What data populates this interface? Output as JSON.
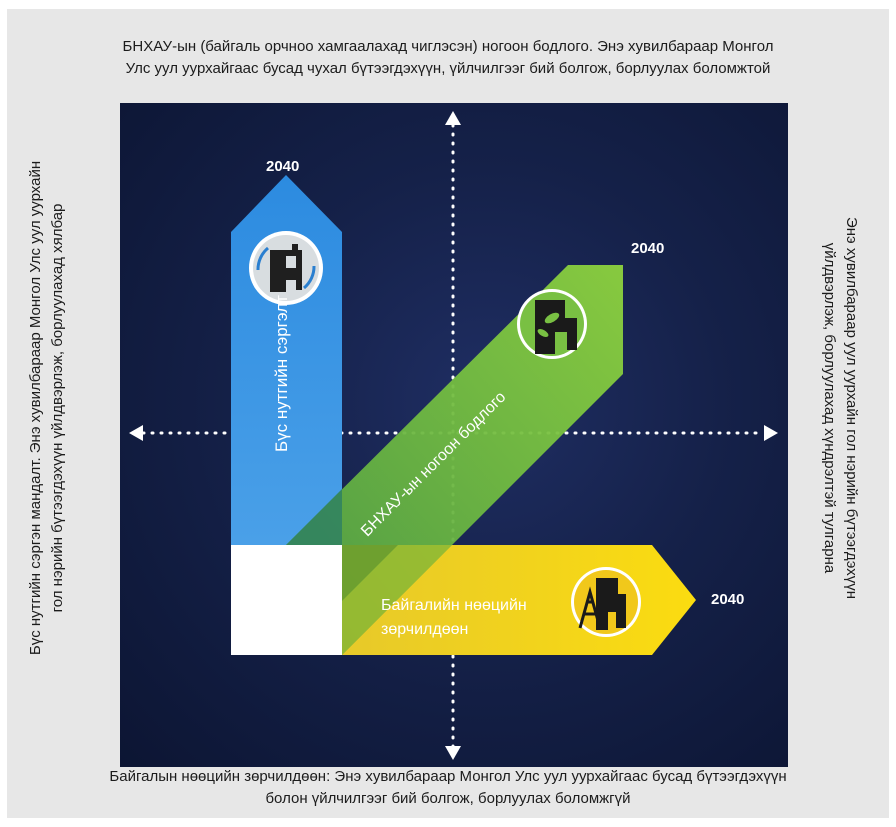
{
  "captions": {
    "top": [
      "БНХАУ-ын (байгаль орчноо хамгаалахад чиглэсэн) ногоон бодлого. Энэ хувилбараар Монгол",
      "Улс уул уурхайгаас бусад чухал бүтээгдэхүүн, үйлчилгээг бий болгож, борлуулах боломжтой"
    ],
    "bottom": [
      "Байгалын нөөцийн зөрчилдөөн: Энэ хувилбараар Монгол Улс уул уурхайгаас бусад бүтээгдэхүүн",
      "болон үйлчилгээг бий болгож, борлуулах боломжгүй"
    ],
    "left": [
      "Бүс нутгийн сэргэн мандалт. Энэ хувилбараар Монгол Улс уул уурхайн",
      "гол нэрийн бүтээгдэхүүн үйлдвэрлэж, борлуулахад хялбар"
    ],
    "right": [
      "Энэ хувилбараар уул уурхайн гол нэрийн бүтээгдэхүүн",
      "үйлдвэрлэж, борлуулахад хүндрэлтэй тулгарна"
    ]
  },
  "scenarios": {
    "blue": {
      "label": "Бүс нутгийн сэргэлт",
      "year": "2040",
      "color": "#2a7fd0"
    },
    "green": {
      "label": "БНХАУ-ын ногоон бодлого",
      "year": "2040",
      "color": "#74c041"
    },
    "yellow": {
      "label_lines": [
        "Байгалийн нөөцийн",
        "зөрчилдөөн"
      ],
      "year": "2040",
      "color": "#f3cd1b"
    }
  },
  "icons": [
    "recycle-factory-icon",
    "leaf-factory-icon",
    "oil-derrick-icon"
  ]
}
